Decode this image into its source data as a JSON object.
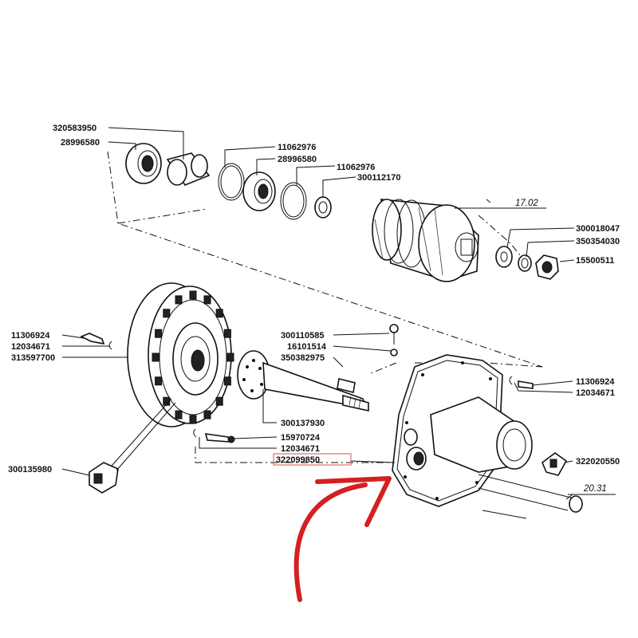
{
  "labels": {
    "p320583950": "320583950",
    "p28996580_a": "28996580",
    "p11062976_a": "11062976",
    "p28996580_b": "28996580",
    "p11062976_b": "11062976",
    "p300112170": "300112170",
    "ref_17_02": "17.02",
    "p300018047": "300018047",
    "p350354030": "350354030",
    "p15500511": "15500511",
    "p11306924_a": "11306924",
    "p12034671_a": "12034671",
    "p313597700": "313597700",
    "p300110585": "300110585",
    "p16101514": "16101514",
    "p350382975": "350382975",
    "p11306924_b": "11306924",
    "p12034671_b": "12034671",
    "p300137930": "300137930",
    "p15970724": "15970724",
    "p12034671_c": "12034671",
    "p322099850": "322099850",
    "p322020550": "322020550",
    "p300135980": "300135980",
    "ref_20_31": "20.31"
  },
  "highlight": {
    "part_number": "322099850",
    "box_color": "#d9534f",
    "arrow_color": "#d42020"
  }
}
